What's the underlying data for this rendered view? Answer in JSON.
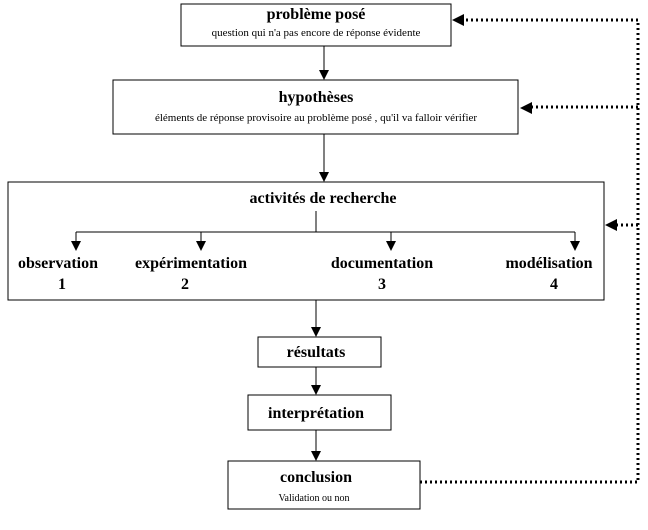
{
  "diagram": {
    "probleme": {
      "title": "problème posé",
      "subtitle": "question qui n'a pas encore de réponse évidente"
    },
    "hypotheses": {
      "title": "hypothèses",
      "subtitle": "éléments de réponse provisoire au problème posé , qu'il va falloir vérifier"
    },
    "activites": {
      "title": "activités de recherche",
      "items": [
        {
          "label": "observation",
          "number": "1"
        },
        {
          "label": "expérimentation",
          "number": "2"
        },
        {
          "label": "documentation",
          "number": "3"
        },
        {
          "label": "modélisation",
          "number": "4"
        }
      ]
    },
    "resultats": {
      "title": "résultats"
    },
    "interpretation": {
      "title": "interprétation"
    },
    "conclusion": {
      "title": "conclusion",
      "subtitle": "Validation ou non"
    }
  }
}
